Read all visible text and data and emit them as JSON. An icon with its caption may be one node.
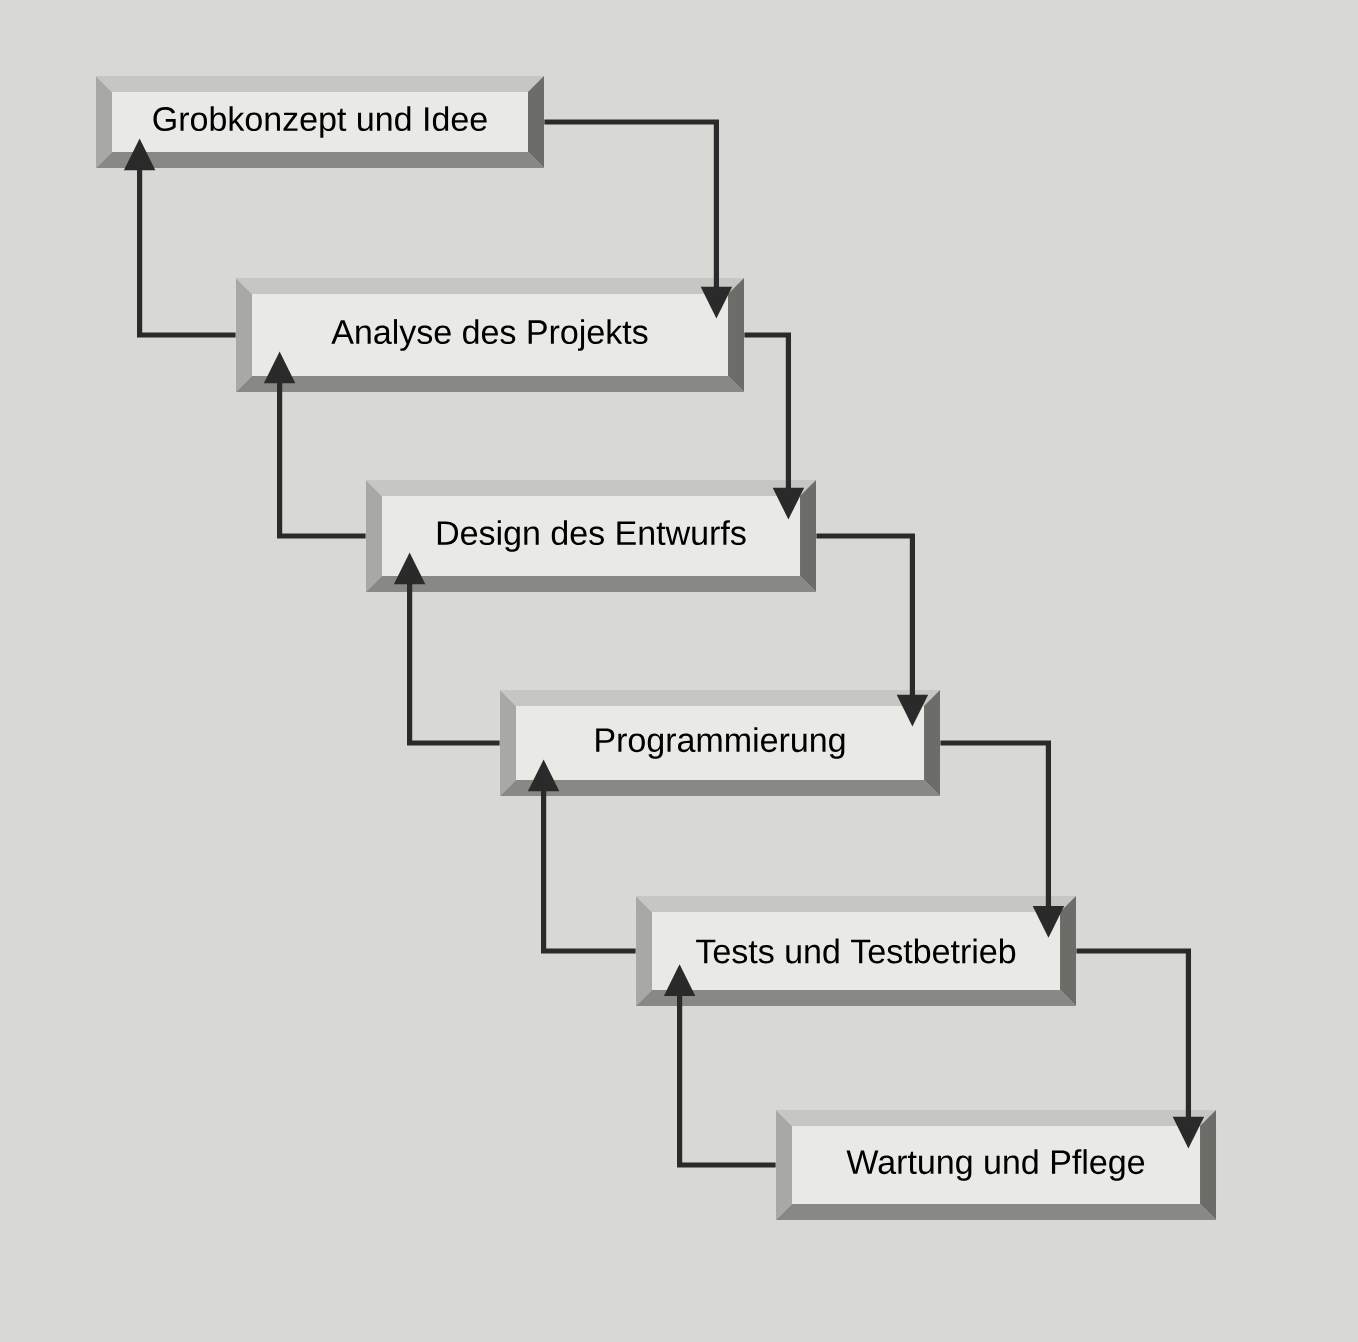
{
  "diagram": {
    "nodes": [
      {
        "text": [
          "Grobkonzept und Idee"
        ]
      },
      {
        "text": [
          "Analyse des Projekts"
        ]
      },
      {
        "text": [
          "Design des Entwurfs"
        ]
      },
      {
        "text": [
          "Programmierung"
        ]
      },
      {
        "text": [
          "Tests und Testbetrieb"
        ]
      },
      {
        "text": [
          "Wartung und Pflege"
        ]
      }
    ],
    "edges": [
      {
        "from": 0,
        "to": 1,
        "arrow": "to"
      },
      {
        "from": 1,
        "to": 0,
        "arrow": "to"
      },
      {
        "from": 1,
        "to": 2,
        "arrow": "to"
      },
      {
        "from": 2,
        "to": 1,
        "arrow": "to"
      },
      {
        "from": 2,
        "to": 3,
        "arrow": "to"
      },
      {
        "from": 3,
        "to": 2,
        "arrow": "to"
      },
      {
        "from": 3,
        "to": 4,
        "arrow": "to"
      },
      {
        "from": 4,
        "to": 3,
        "arrow": "to"
      },
      {
        "from": 4,
        "to": 5,
        "arrow": "to"
      },
      {
        "from": 5,
        "to": 4,
        "arrow": "to"
      }
    ]
  }
}
